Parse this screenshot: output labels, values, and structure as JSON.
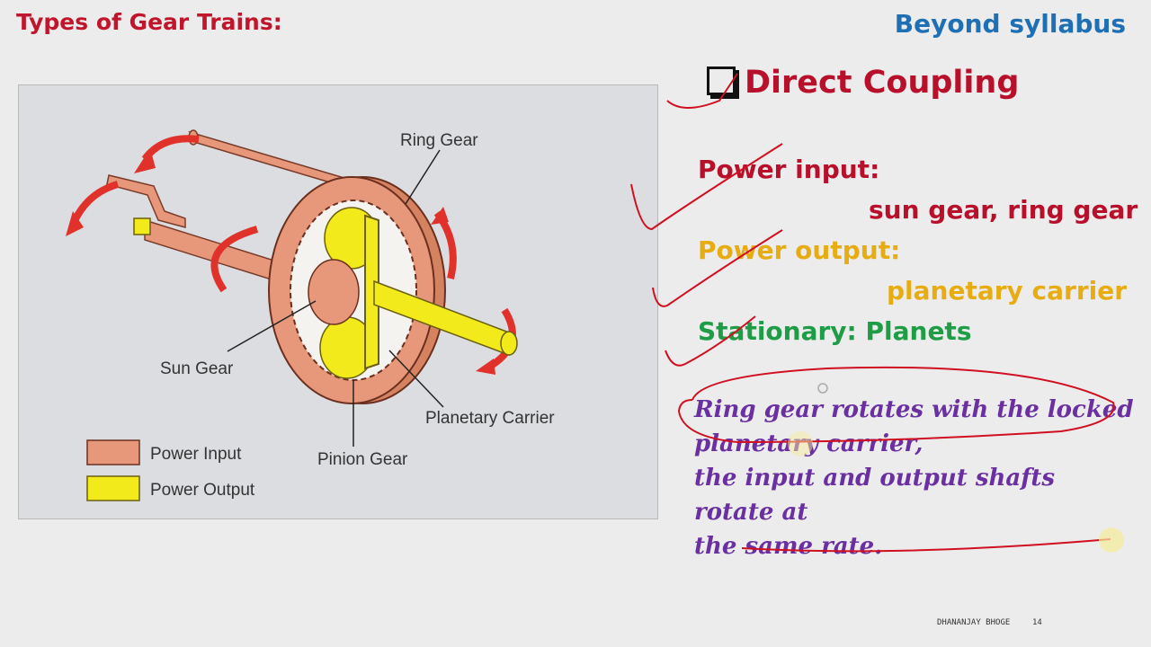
{
  "slide": {
    "title": "Types of Gear Trains:",
    "tag": "Beyond syllabus",
    "heading": "Direct Coupling",
    "power_input_label": "Power input:",
    "power_input_value": "sun gear, ring gear",
    "power_output_label": "Power output:",
    "power_output_value": "planetary carrier",
    "stationary": "Stationary: Planets",
    "note_lines": [
      "Ring gear rotates with the locked",
      "planetary carrier,",
      "the input and output shafts rotate at",
      "the same rate."
    ],
    "author": "DHANANJAY BHOGE",
    "page_number": "14"
  },
  "diagram": {
    "labels": {
      "ring_gear": "Ring Gear",
      "sun_gear": "Sun Gear",
      "planetary_carrier": "Planetary Carrier",
      "pinion_gear": "Pinion Gear"
    },
    "legend": [
      {
        "label": "Power Input",
        "color": "#e8987a"
      },
      {
        "label": "Power Output",
        "color": "#f2ea1a"
      }
    ]
  },
  "colors": {
    "title_red": "#c0152a",
    "tag_blue": "#1f6fb5",
    "input_red": "#b8102a",
    "output_gold": "#e6ac12",
    "stationary_green": "#1e9c46",
    "note_purple": "#6a2fa0",
    "annotation_red": "#d01020"
  }
}
